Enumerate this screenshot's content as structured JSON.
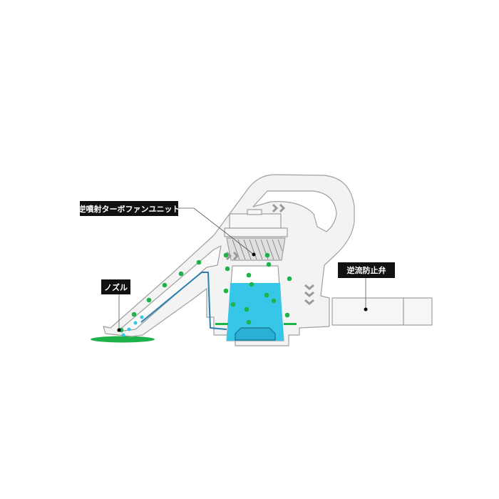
{
  "labels": {
    "fan_unit": "逆噴射ターボファンユニット",
    "nozzle": "ノズル",
    "check_valve": "逆流防止弁"
  },
  "colors": {
    "dust": "#1db34a",
    "water": "#35c6e8",
    "outline": "#9a9a9a",
    "body_fill": "#f4f4f4",
    "label_bg": "#111111"
  }
}
